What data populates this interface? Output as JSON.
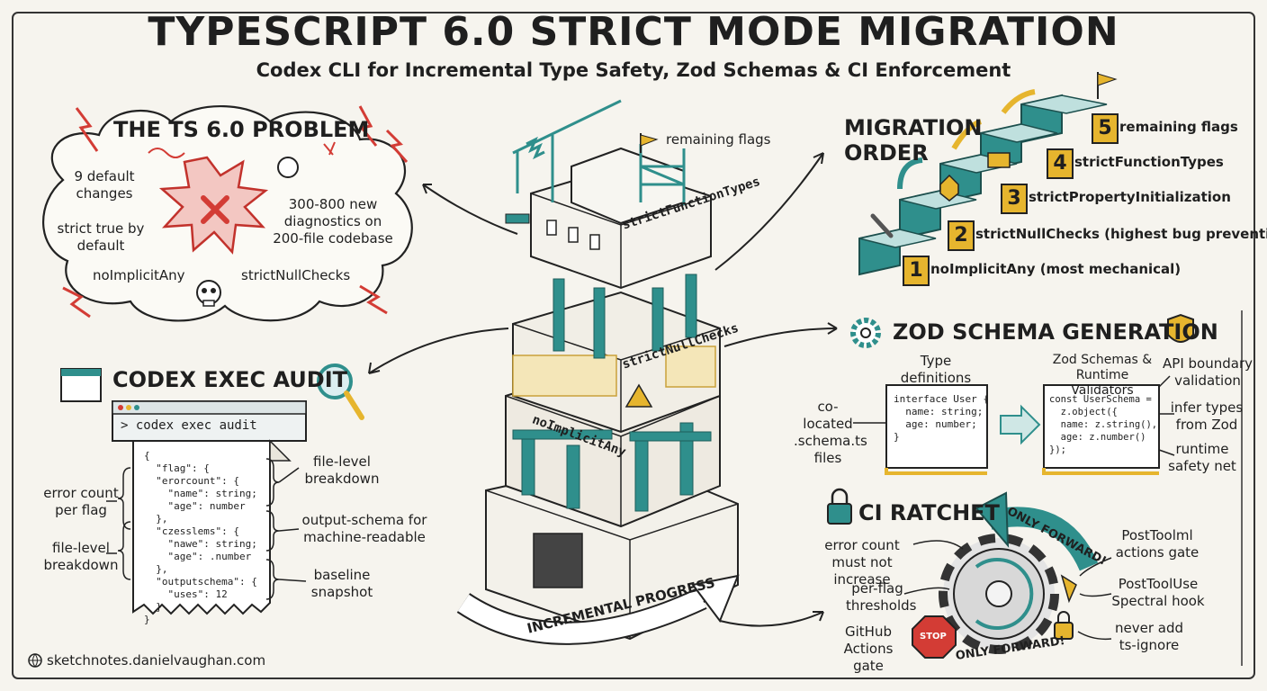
{
  "title": "TYPESCRIPT 6.0 STRICT MODE MIGRATION",
  "subtitle": "Codex CLI for Incremental Type Safety, Zod Schemas & CI Enforcement",
  "problem": {
    "heading": "THE TS 6.0 PROBLEM",
    "items": [
      "9 default changes",
      "strict true by default",
      "300-800 new diagnostics on 200-file codebase",
      "noImplicitAny",
      "strictNullChecks"
    ]
  },
  "audit": {
    "heading": "CODEX EXEC AUDIT",
    "command": "> codex exec audit",
    "code": "{\n  \"flag\": {\n  \"erorcount\": {\n    \"name\": string;\n    \"age\": number\n  },\n  \"czesslems\": {\n    \"nawe\": string;\n    \"age\": .number\n  },\n  \"outputschema\": {\n    \"uses\": 12\n  }\n}",
    "left_labels": [
      "error count per flag",
      "file-level breakdown"
    ],
    "right_labels": [
      "file-level breakdown",
      "output-schema for machine-readable",
      "baseline snapshot"
    ]
  },
  "tower": {
    "top_label": "remaining flags",
    "floors": [
      "strictFunctionTypes",
      "strictNullChecks",
      "noImplicitAny"
    ],
    "banner": "INCREMENTAL PROGRESS"
  },
  "migration": {
    "heading_line1": "MIGRATION",
    "heading_line2": "ORDER",
    "steps": [
      {
        "num": "1",
        "label": "noImplicitAny (most mechanical)"
      },
      {
        "num": "2",
        "label": "strictNullChecks (highest bug prevention)"
      },
      {
        "num": "3",
        "label": "strictPropertyInitialization"
      },
      {
        "num": "4",
        "label": "strictFunctionTypes"
      },
      {
        "num": "5",
        "label": "remaining flags"
      }
    ]
  },
  "zod": {
    "heading": "ZOD SCHEMA GENERATION",
    "left_title": "Type definitions",
    "right_title": "Zod Schemas & Runtime Validators",
    "left_code": "interface User {\n  name: string;\n  age: number;\n}",
    "right_code": "const UserSchema =\n  z.object({\n  name: z.string(),\n  age: z.number()\n});",
    "left_note": "co-located .schema.ts files",
    "right_notes": [
      "API boundary validation",
      "infer types from Zod",
      "runtime safety net"
    ]
  },
  "ci": {
    "heading": "CI RATCHET",
    "arc_top": "ONLY FORWARD!",
    "arc_bottom": "ONLY FORWARD!",
    "left_notes": [
      "error count must not increase",
      "per-flag thresholds",
      "GitHub Actions gate"
    ],
    "right_notes": [
      "PostToolml actions gate",
      "PostToolUse Spectral hook",
      "never add ts-ignore"
    ],
    "stop": "STOP"
  },
  "footer": "sketchnotes.danielvaughan.com",
  "colors": {
    "teal": "#2f8f8c",
    "gold": "#e6b52e",
    "red": "#d33c35",
    "ink": "#1f1f1f"
  }
}
